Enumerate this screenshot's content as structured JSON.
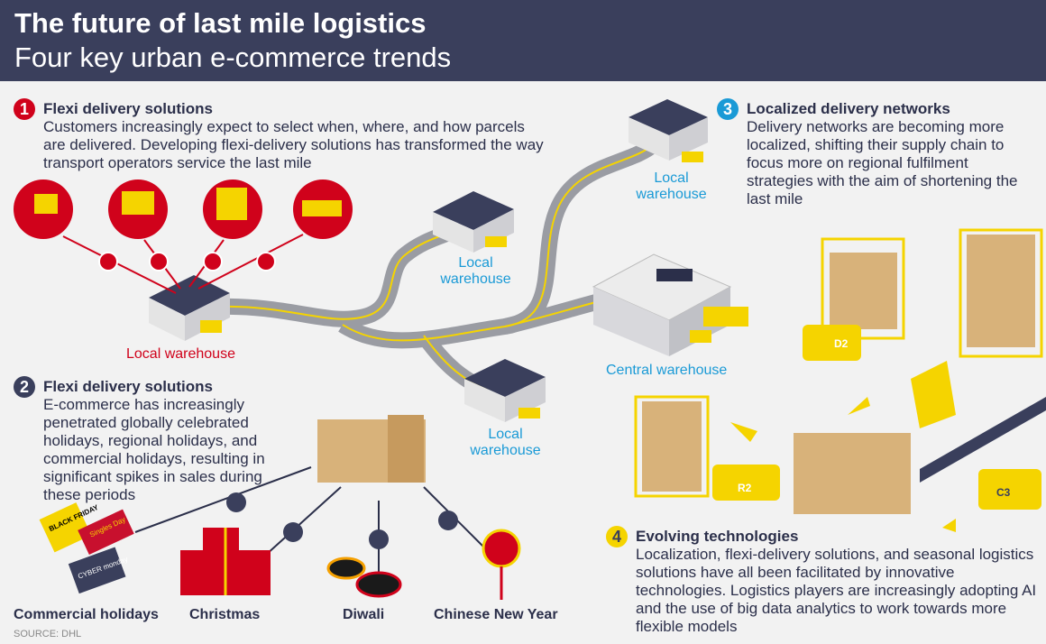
{
  "header": {
    "title": "The future of last mile logistics",
    "subtitle": "Four key urban e-commerce trends"
  },
  "sections": [
    {
      "number": "1",
      "color": "#d0021b",
      "heading": "Flexi delivery solutions",
      "body": "Customers increasingly expect to select when, where, and how parcels are delivered. Developing flexi-delivery solutions has transformed the way transport operators service the last mile"
    },
    {
      "number": "2",
      "color": "#3a3f5c",
      "heading": "Flexi delivery solutions",
      "body": "E-commerce has increasingly penetrated globally celebrated holidays, regional holidays, and commercial holidays, resulting in significant spikes in sales during these periods"
    },
    {
      "number": "3",
      "color": "#1a9ad6",
      "heading": "Localized delivery networks",
      "body": "Delivery networks are becoming more localized, shifting their supply chain to focus more on regional fulfilment strategies with the aim of shortening the last mile"
    },
    {
      "number": "4",
      "color": "#f5d400",
      "heading": "Evolving technologies",
      "body": "Localization, flexi-delivery solutions, and seasonal logistics solutions have all been facilitated by innovative technologies. Logistics players are increasingly adopting AI and the use of big data analytics to work towards more flexible models"
    }
  ],
  "map_labels": {
    "local_red": "Local warehouse",
    "local_1": "Local warehouse",
    "local_2": "Local warehouse",
    "local_3": "Local warehouse",
    "central": "Central warehouse"
  },
  "robots": {
    "d2": "D2",
    "r2": "R2",
    "c3": "C3"
  },
  "holidays": {
    "commercial": "Commercial holidays",
    "christmas": "Christmas",
    "diwali": "Diwali",
    "cny": "Chinese New Year",
    "tags": [
      "BLACK FRIDAY",
      "Singles Day",
      "CYBER monday"
    ]
  },
  "source": "SOURCE: DHL",
  "colors": {
    "header": "#3a3f5c",
    "red": "#d0021b",
    "blue": "#1a9ad6",
    "yellow": "#f5d400",
    "road": "#9a9ca3"
  }
}
